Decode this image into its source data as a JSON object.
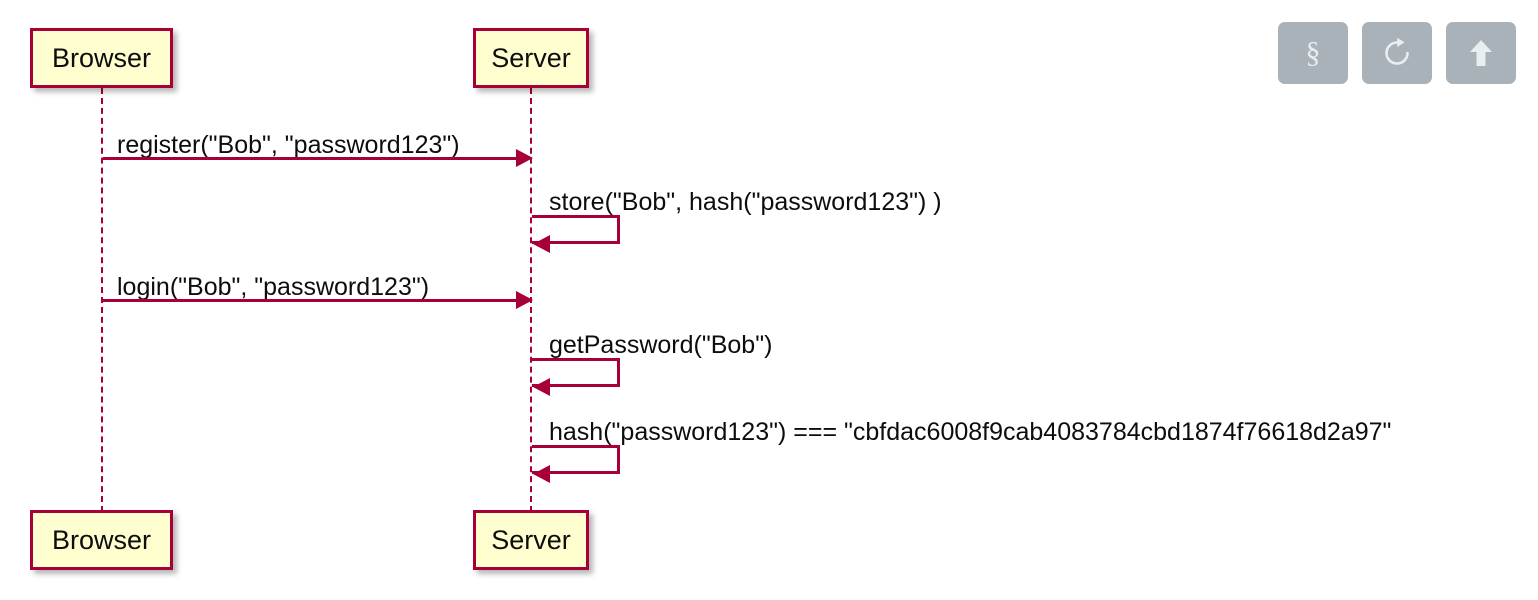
{
  "diagram": {
    "type": "uml-sequence-diagram",
    "background": "#ffffff",
    "colors": {
      "box_fill": "#FEFECE",
      "box_stroke": "#A80036",
      "line": "#A80036",
      "text": "#0D0D0D",
      "toolbar_button": "#A9B2B8",
      "toolbar_glyph": "#E9EEF1"
    },
    "participants": [
      {
        "id": "browser",
        "label": "Browser"
      },
      {
        "id": "server",
        "label": "Server"
      }
    ],
    "messages": [
      {
        "index": 1,
        "kind": "call",
        "from": "browser",
        "to": "server",
        "label": "register(\"Bob\", \"password123\")"
      },
      {
        "index": 2,
        "kind": "self",
        "from": "server",
        "to": "server",
        "label": "store(\"Bob\", hash(\"password123\") )"
      },
      {
        "index": 3,
        "kind": "call",
        "from": "browser",
        "to": "server",
        "label": "login(\"Bob\", \"password123\")"
      },
      {
        "index": 4,
        "kind": "self",
        "from": "server",
        "to": "server",
        "label": "getPassword(\"Bob\")"
      },
      {
        "index": 5,
        "kind": "self",
        "from": "server",
        "to": "server",
        "label": "hash(\"password123\") === \"cbfdac6008f9cab4083784cbd1874f76618d2a97\""
      }
    ]
  },
  "toolbar": {
    "buttons": [
      {
        "id": "section",
        "icon": "section-sign-icon",
        "glyph": "§",
        "title": "Section"
      },
      {
        "id": "reload",
        "icon": "reload-icon",
        "glyph": "",
        "title": "Reload"
      },
      {
        "id": "upload",
        "icon": "arrow-up-icon",
        "glyph": "",
        "title": "Upload"
      }
    ]
  }
}
